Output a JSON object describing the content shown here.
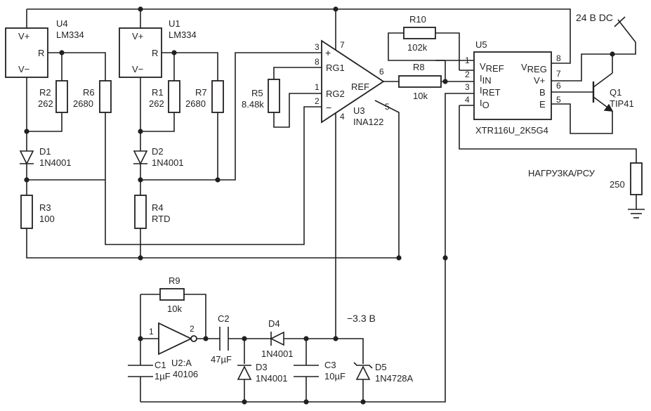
{
  "supply_label": "24 В DC",
  "neg_supply_label": "−3.3 В",
  "load": {
    "ref": "НАГРУЗКА/РСУ",
    "value": "250"
  },
  "u4": {
    "ref": "U4",
    "part": "LM334",
    "vplus": "V+",
    "r": "R",
    "vminus": "V−"
  },
  "u1": {
    "ref": "U1",
    "part": "LM334",
    "vplus": "V+",
    "r": "R",
    "vminus": "V−"
  },
  "u3": {
    "ref": "U3",
    "part": "INA122",
    "plus": "+",
    "minus": "−",
    "rg1": "RG1",
    "rg2": "RG2",
    "ref_pin": "REF",
    "pins": {
      "p3": "3",
      "p8": "8",
      "p1": "1",
      "p2": "2",
      "p7": "7",
      "p4": "4",
      "p6": "6",
      "p5": "5"
    }
  },
  "u5": {
    "ref": "U5",
    "part": "XTR116U_2K5G4",
    "left_pins": [
      {
        "num": "1",
        "main": "V",
        "sub": "REF"
      },
      {
        "num": "2",
        "main": "I",
        "sub": "IN"
      },
      {
        "num": "3",
        "main": "I",
        "sub": "RET"
      },
      {
        "num": "4",
        "main": "I",
        "sub": "O"
      }
    ],
    "right_pins": [
      {
        "num": "8",
        "main": "V",
        "sub": "REG"
      },
      {
        "num": "7",
        "main": "V+",
        "sub": ""
      },
      {
        "num": "6",
        "main": "B",
        "sub": ""
      },
      {
        "num": "5",
        "main": "E",
        "sub": ""
      }
    ]
  },
  "resistors": {
    "r2": {
      "ref": "R2",
      "value": "262"
    },
    "r6": {
      "ref": "R6",
      "value": "2680"
    },
    "r1": {
      "ref": "R1",
      "value": "262"
    },
    "r7": {
      "ref": "R7",
      "value": "2680"
    },
    "r5": {
      "ref": "R5",
      "value": "8.48k"
    },
    "r3": {
      "ref": "R3",
      "value": "100"
    },
    "r4": {
      "ref": "R4",
      "value": "RTD"
    },
    "r10": {
      "ref": "R10",
      "value": "102k"
    },
    "r8": {
      "ref": "R8",
      "value": "10k"
    },
    "r9": {
      "ref": "R9",
      "value": "10k"
    }
  },
  "diodes": {
    "d1": {
      "ref": "D1",
      "value": "1N4001"
    },
    "d2": {
      "ref": "D2",
      "value": "1N4001"
    },
    "d3": {
      "ref": "D3",
      "value": "1N4001"
    },
    "d4": {
      "ref": "D4",
      "value": "1N4001"
    },
    "d5": {
      "ref": "D5",
      "value": "1N4728A"
    }
  },
  "capacitors": {
    "c1": {
      "ref": "C1",
      "value": "1µF"
    },
    "c2": {
      "ref": "C2",
      "value": "47µF"
    },
    "c3": {
      "ref": "C3",
      "value": "10µF"
    }
  },
  "q1": {
    "ref": "Q1",
    "value": "TIP41"
  },
  "u2": {
    "ref": "U2:A",
    "value": "40106",
    "pin_in": "1",
    "pin_out": "2"
  }
}
